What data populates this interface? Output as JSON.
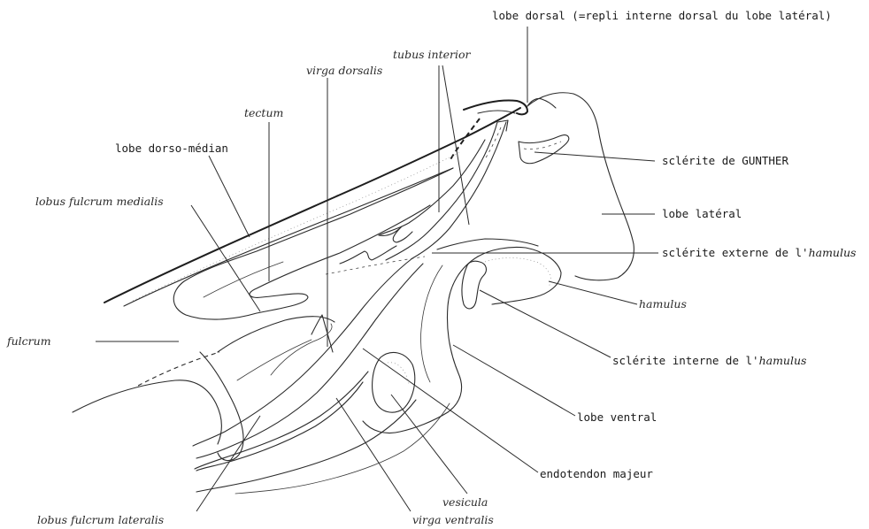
{
  "labels": {
    "lobe_dorsal": "lobe dorsal (=repli interne dorsal du lobe latéral)",
    "tubus_interior": "tubus interior",
    "virga_dorsalis": "virga dorsalis",
    "tectum": "tectum",
    "lobe_dorso_median": "lobe dorso-médian",
    "sclerite_gunther": "sclérite de GUNTHER",
    "lobus_fulcrum_medialis": "lobus fulcrum medialis",
    "lobe_lateral": "lobe latéral",
    "sclerite_externe_prefix": "sclérite externe de l'",
    "sclerite_externe_term": "hamulus",
    "hamulus": "hamulus",
    "fulcrum": "fulcrum",
    "sclerite_interne_prefix": "sclérite interne de l'",
    "sclerite_interne_term": "hamulus",
    "lobe_ventral": "lobe ventral",
    "endotendon_majeur": "endotendon majeur",
    "vesicula": "vesicula",
    "lobus_fulcrum_lateralis": "lobus fulcrum lateralis",
    "virga_ventralis": "virga ventralis"
  }
}
